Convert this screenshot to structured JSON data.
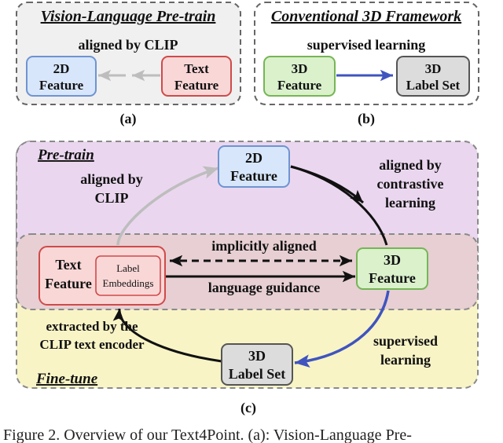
{
  "panel_a": {
    "title": "Vision-Language Pre-train",
    "subtitle": "aligned by CLIP",
    "box_2d": [
      "2D",
      "Feature"
    ],
    "box_text": [
      "Text",
      "Feature"
    ],
    "label": "(a)"
  },
  "panel_b": {
    "title": "Conventional 3D Framework",
    "subtitle": "supervised learning",
    "box_3d": [
      "3D",
      "Feature"
    ],
    "box_label": [
      "3D",
      "Label Set"
    ],
    "label": "(b)"
  },
  "panel_c": {
    "region_pretrain": "Pre-train",
    "region_finetune": "Fine-tune",
    "box_2d": [
      "2D",
      "Feature"
    ],
    "box_text": [
      "Text",
      "Feature"
    ],
    "box_embed": [
      "Label",
      "Embeddings"
    ],
    "box_3d": [
      "3D",
      "Feature"
    ],
    "box_label": [
      "3D",
      "Label Set"
    ],
    "ann_clip": [
      "aligned by",
      "CLIP"
    ],
    "ann_contrastive": [
      "aligned by",
      "contrastive",
      "learning"
    ],
    "ann_implicit": "implicitly aligned",
    "ann_guidance": "language guidance",
    "ann_extracted": [
      "extracted by the",
      "CLIP text encoder"
    ],
    "ann_supervised": [
      "supervised",
      "learning"
    ],
    "label": "(c)"
  },
  "caption": "Figure 2. Overview of our Text4Point. (a): Vision-Language Pre-",
  "colors": {
    "box_2d_fill": "#d7e6fb",
    "box_2d_stroke": "#6f94d0",
    "box_text_fill": "#fad7d7",
    "box_text_stroke": "#cf4a4a",
    "box_3d_fill": "#daf1cc",
    "box_3d_stroke": "#76b556",
    "box_label_fill": "#dcdcdc",
    "box_label_stroke": "#555555",
    "pretrain_bg": "#ead7ef",
    "middle_bg": "#e7cfd3",
    "finetune_bg": "#f8f4c6",
    "arrow_blue": "#3f54bf",
    "arrow_gray": "#bdbdbd"
  }
}
